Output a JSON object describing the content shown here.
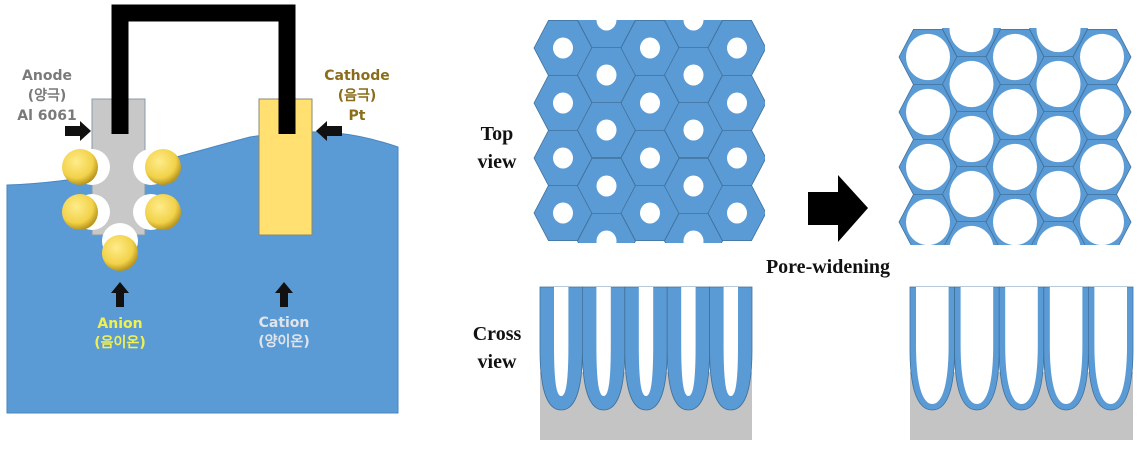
{
  "colors": {
    "liquid": "#5b9bd5",
    "anode": "#c8c8c8",
    "cathode": "#ffe070",
    "anion": "#f2d24a",
    "oxide": "#5b9bd5",
    "oxide_edge": "#41719c",
    "substrate": "#c4c4c4"
  },
  "cell": {
    "anode": {
      "line1": "Anode",
      "line2": "(양극)",
      "line3": "Al 6061"
    },
    "cathode": {
      "line1": "Cathode",
      "line2": "(음극)",
      "line3": "Pt"
    },
    "anion": {
      "line1": "Anion",
      "line2": "(음이온)"
    },
    "cation": {
      "line1": "Cation",
      "line2": "(양이온)"
    }
  },
  "labels": {
    "top_view": {
      "line1": "Top",
      "line2": "view"
    },
    "cross_view": {
      "line1": "Cross",
      "line2": "view"
    },
    "process": "Pore-widening"
  },
  "pores": {
    "before": "small",
    "after": "widened"
  }
}
